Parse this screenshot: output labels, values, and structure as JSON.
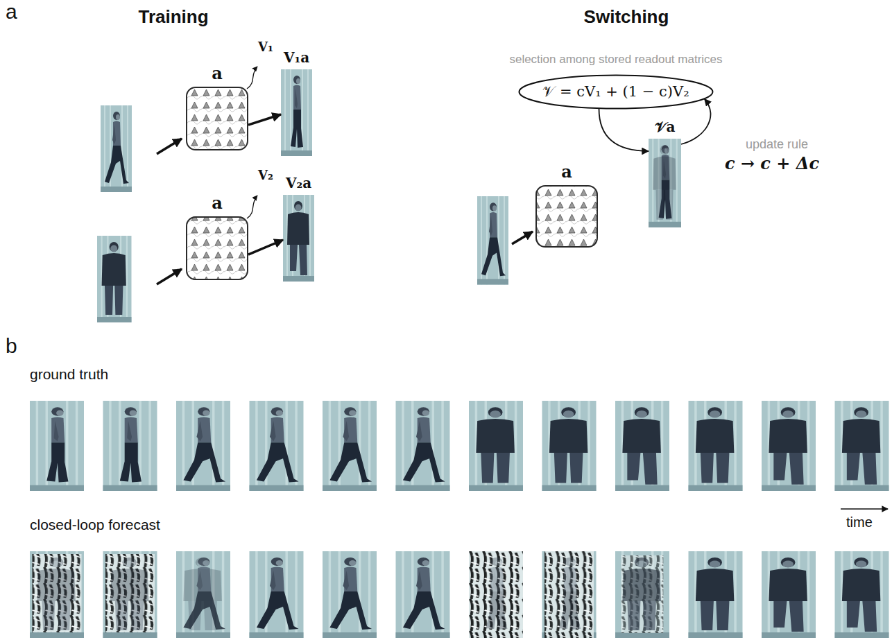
{
  "diagram": {
    "nodes": [
      {
        "text": [
          "a"
        ]
      },
      {
        "text": [
          "V₁a"
        ]
      },
      {
        "text": [
          "a"
        ]
      },
      {
        "text": [
          "V₂a"
        ]
      },
      {
        "text": [
          "𝒱 = cV₁ + (1 − c)V₂"
        ]
      },
      {
        "text": [
          "a"
        ]
      },
      {
        "text": [
          "𝒱a"
        ]
      }
    ],
    "edges": [
      {
        "from": 0,
        "to": 1,
        "arrow": "to"
      },
      {
        "from": 2,
        "to": 3,
        "arrow": "to"
      },
      {
        "from": 4,
        "to": 6,
        "arrow": "to"
      },
      {
        "from": 6,
        "to": 4,
        "arrow": "to"
      }
    ],
    "labels": [
      "a",
      "Training",
      "Switching",
      "V₁",
      "V₂",
      "selection among stored readout matrices",
      "update rule",
      "c → c + Δc",
      "b",
      "ground truth",
      "closed-loop forecast",
      "time"
    ]
  }
}
